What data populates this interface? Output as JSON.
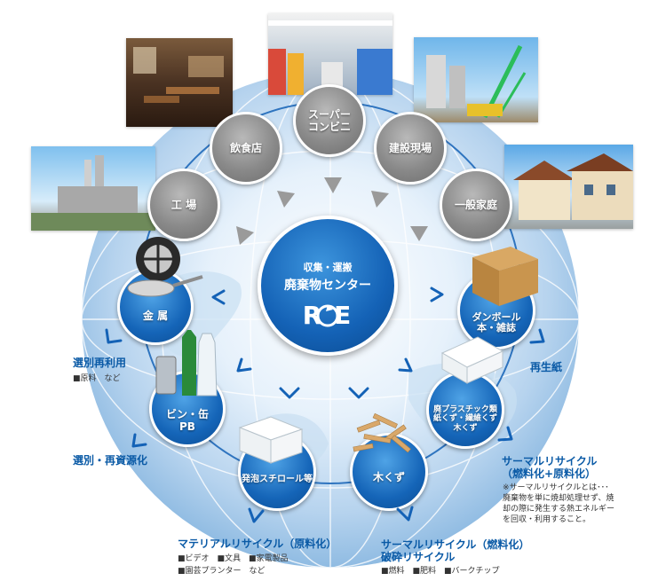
{
  "center": {
    "line1": "収集・運搬",
    "line2": "廃棄物センター",
    "logo": "R E"
  },
  "sources": [
    {
      "label": "飲食店"
    },
    {
      "label": "スーパー\nコンビニ"
    },
    {
      "label": "建設現場"
    },
    {
      "label": "工 場"
    },
    {
      "label": "一般家庭"
    }
  ],
  "categories": {
    "metal": "金 属",
    "bottles": "ビン・缶\nPB",
    "styrofoam": "発泡スチロール等",
    "wood": "木くず",
    "plastic": "廃プラスチック類\n紙くず・繊維くず\n木くず",
    "cardboard": "ダンボール\n本・雑誌"
  },
  "outputs": {
    "reuse_title": "選別再利用",
    "reuse_sub": "■原料　など",
    "resource_title": "選別・再資源化",
    "paper_title": "再生紙",
    "thermal_title": "サーマルリサイクル\n（燃料化+原料化）",
    "thermal_note": "※サーマルリサイクルとは･･･\n廃棄物を単に焼却処理せず、焼\n却の際に発生する熱エネルギー\nを回収・利用すること。",
    "material_title": "マテリアルリサイクル（原料化）",
    "material_sub1": "■ビデオ　■文具　■家電製品",
    "material_sub2": "■園芸プランター　など",
    "crush_title": "サーマルリサイクル（燃料化）\n破砕リサイクル",
    "crush_sub": "■燃料　■肥料　■バークチップ"
  },
  "colors": {
    "accent": "#0a5aa6",
    "circle": "#1565b8",
    "bag": "#8a8a8a"
  }
}
